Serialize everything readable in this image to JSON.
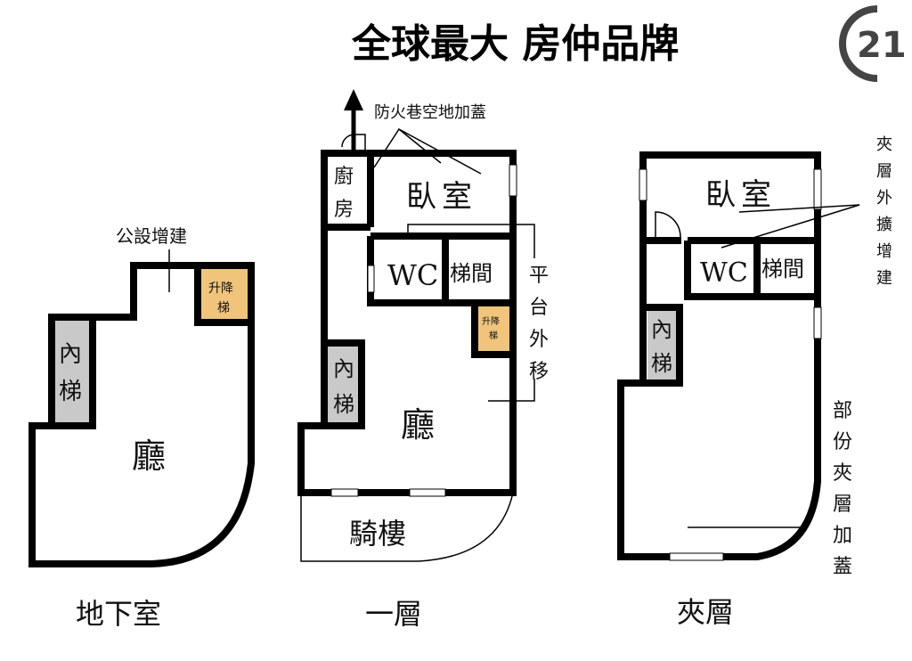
{
  "header": {
    "slogan": "全球最大 房仲品牌",
    "logo_text": "21"
  },
  "colors": {
    "lift": "#f0c47a",
    "inner_stair": "#c9c9c9",
    "wall": "#000000"
  },
  "basement": {
    "title": "地下室",
    "annotation": "公設增建",
    "lift": [
      "升降",
      "梯"
    ],
    "inner_stair": [
      "內",
      "梯"
    ],
    "hall": "廳"
  },
  "ground_floor": {
    "title": "一層",
    "annotation_top": "防火巷空地加蓋",
    "annotation_side": [
      "平",
      "台",
      "外",
      "移"
    ],
    "kitchen": [
      "廚",
      "房"
    ],
    "bedroom": "臥室",
    "wc": "WC",
    "stairwell": "梯間",
    "lift": [
      "升降",
      "梯"
    ],
    "inner_stair": [
      "內",
      "梯"
    ],
    "hall": "廳",
    "arcade": "騎樓"
  },
  "mezzanine": {
    "title": "夾層",
    "annotation_top": [
      "夾",
      "層",
      "外",
      "擴",
      "增",
      "建"
    ],
    "annotation_side": [
      "部",
      "份",
      "夾",
      "層",
      "加",
      "蓋"
    ],
    "bedroom": "臥室",
    "wc": "WC",
    "stairwell": "梯間",
    "inner_stair": [
      "內",
      "梯"
    ]
  }
}
